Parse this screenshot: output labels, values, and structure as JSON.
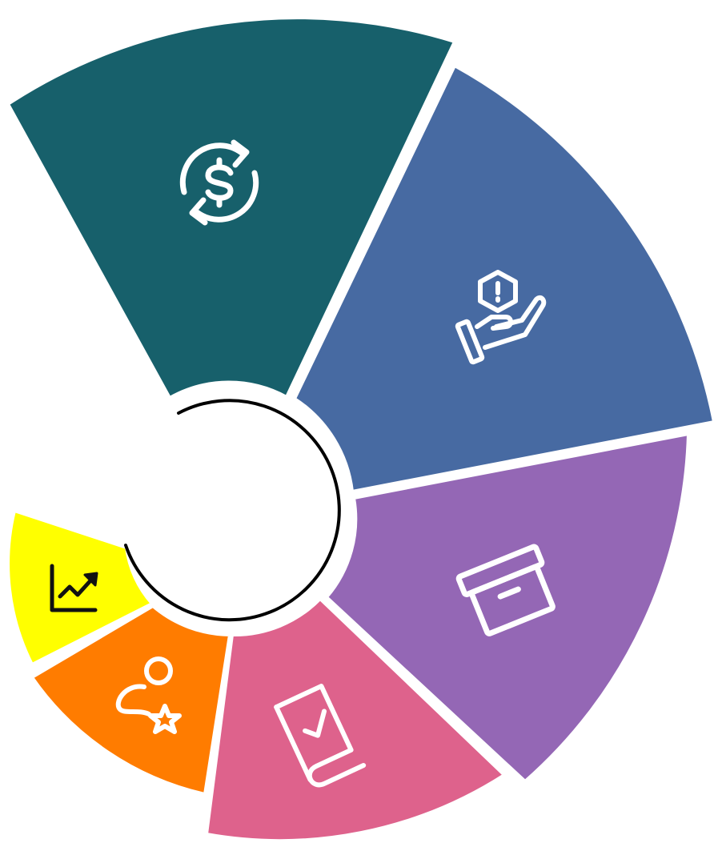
{
  "diagram": {
    "type": "segmented-radial-infographic",
    "segments": [
      {
        "id": "finance",
        "icon": "dollar-cycle-icon",
        "color": "#17606B",
        "icon_color": "#FFFFFF"
      },
      {
        "id": "risk",
        "icon": "hand-warning-icon",
        "color": "#476AA2",
        "icon_color": "#FFFFFF"
      },
      {
        "id": "archive",
        "icon": "archive-box-icon",
        "color": "#9467B5",
        "icon_color": "#FFFFFF"
      },
      {
        "id": "approval",
        "icon": "checked-document-icon",
        "color": "#DE628C",
        "icon_color": "#FFFFFF"
      },
      {
        "id": "talent",
        "icon": "user-star-icon",
        "color": "#FF7C00",
        "icon_color": "#FFFFFF"
      },
      {
        "id": "growth",
        "icon": "trending-chart-icon",
        "color": "#FFFF00",
        "icon_color": "#111111"
      }
    ],
    "center": {
      "ring_color": "#000000",
      "fill": "#FFFFFF"
    }
  }
}
